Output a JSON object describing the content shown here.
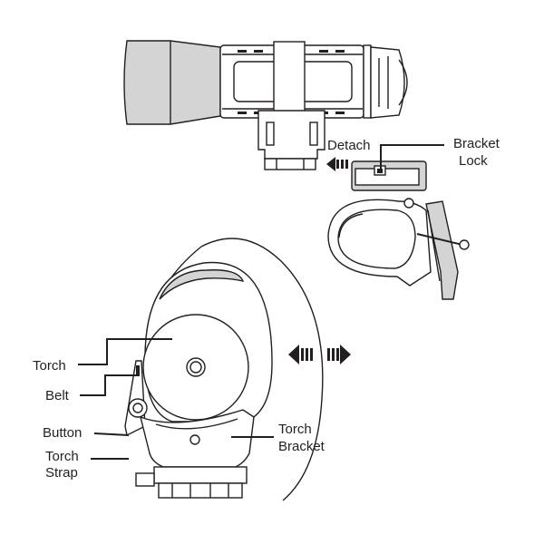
{
  "figure": {
    "title": "Torch and bracket mounting diagram",
    "colors": {
      "line": "#231f20",
      "fill": "#ffffff",
      "shade": "#d4d4d4"
    }
  },
  "labels": {
    "detach": "Detach",
    "bracket_lock_line1": "Bracket",
    "bracket_lock_line2": "Lock",
    "torch": "Torch",
    "belt": "Belt",
    "button": "Button",
    "torch_strap_line1": "Torch",
    "torch_strap_line2": "Strap",
    "torch_bracket_line1": "Torch",
    "torch_bracket_line2": "Bracket"
  },
  "icons": {
    "detach_arrow": "arrow-left-icon",
    "rotate_left": "arrow-left-icon",
    "rotate_right": "arrow-right-icon"
  }
}
